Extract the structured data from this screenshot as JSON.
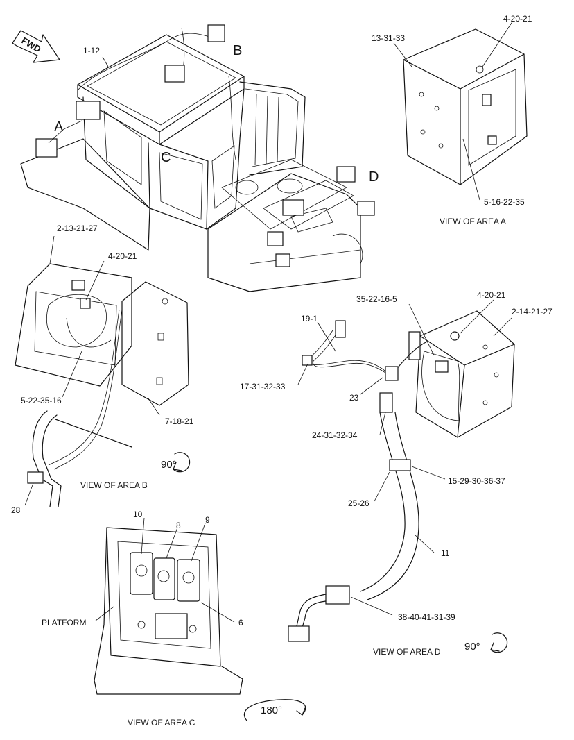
{
  "labels": {
    "fwd": "FWD",
    "area_a": "A",
    "area_b": "B",
    "area_c": "C",
    "area_d": "D",
    "p_1_12": "1-12",
    "p_13_31_33": "13-31-33",
    "p_4_20_21_a": "4-20-21",
    "p_5_16_22_35": "5-16-22-35",
    "view_a": "VIEW OF AREA  A",
    "p_2_13_21_27": "2-13-21-27",
    "p_4_20_21_b": "4-20-21",
    "p_5_22_35_16": "5-22-35-16",
    "p_7_18_21": "7-18-21",
    "rot_b": "90°",
    "view_b": "VIEW OF AREA  B",
    "p_28": "28",
    "p_35_22_16_5": "35-22-16-5",
    "p_4_20_21_d": "4-20-21",
    "p_2_14_21_27": "2-14-21-27",
    "p_19_1": "19-1",
    "p_17_31_32_33": "17-31-32-33",
    "p_23": "23",
    "p_24_31_32_34": "24-31-32-34",
    "p_15_29_30_36_37": "15-29-30-36-37",
    "p_25_26": "25-26",
    "p_11": "11",
    "p_38_40_41_31_39": "38-40-41-31-39",
    "view_d": "VIEW OF AREA  D",
    "rot_d": "90°",
    "p_10": "10",
    "p_8": "8",
    "p_9": "9",
    "platform": "PLATFORM",
    "p_6": "6",
    "rot_c": "180°",
    "view_c": "VIEW OF AREA  C"
  },
  "colors": {
    "ink": "#111111",
    "paper": "#ffffff"
  }
}
